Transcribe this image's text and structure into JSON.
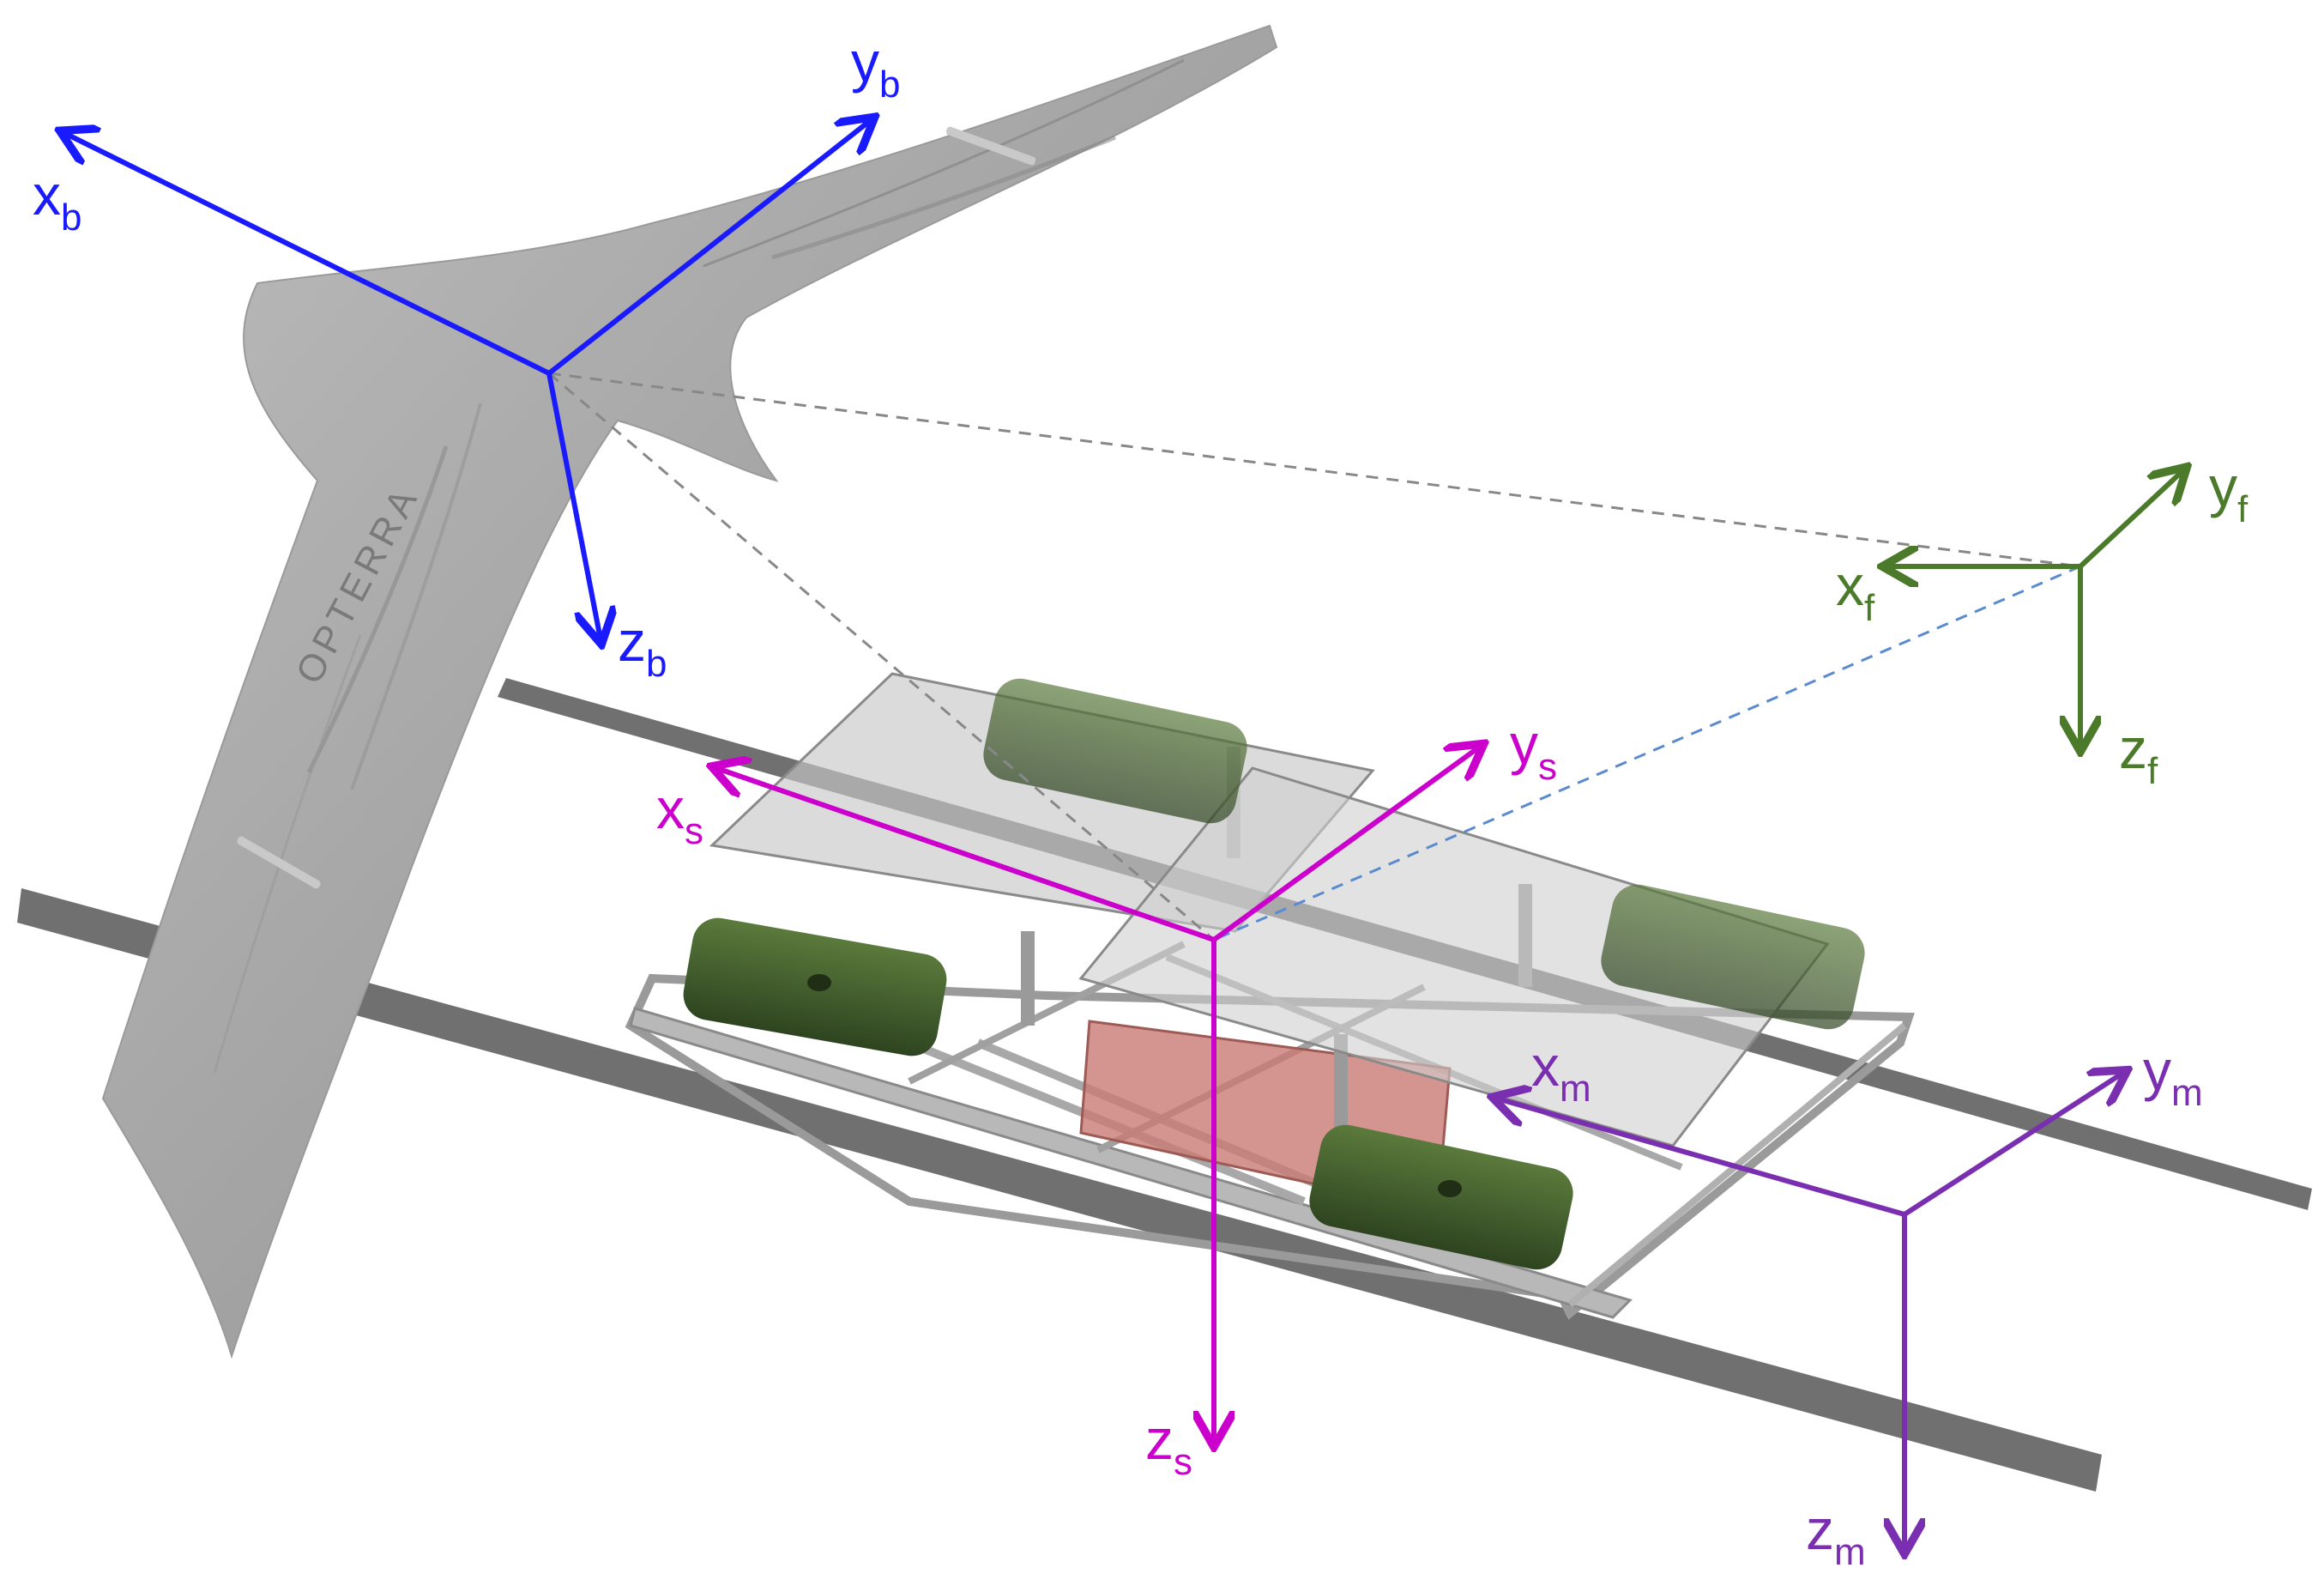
{
  "logo": {
    "text": "OPTERRA"
  },
  "colors": {
    "body_frame": "#1a1aff",
    "fixed_frame": "#4a7a2a",
    "sled_frame": "#cc00cc",
    "mount_frame": "#7a2eb0",
    "rails": "#707070",
    "wing": "#a8a8a8",
    "magnets": "#3d5a2a"
  },
  "frames": {
    "body": {
      "x": {
        "base": "x",
        "sub": "b"
      },
      "y": {
        "base": "y",
        "sub": "b"
      },
      "z": {
        "base": "z",
        "sub": "b"
      }
    },
    "fixed": {
      "x": {
        "base": "x",
        "sub": "f"
      },
      "y": {
        "base": "y",
        "sub": "f"
      },
      "z": {
        "base": "z",
        "sub": "f"
      }
    },
    "sled": {
      "x": {
        "base": "x",
        "sub": "s"
      },
      "y": {
        "base": "y",
        "sub": "s"
      },
      "z": {
        "base": "z",
        "sub": "s"
      }
    },
    "mount": {
      "x": {
        "base": "x",
        "sub": "m"
      },
      "y": {
        "base": "y",
        "sub": "m"
      },
      "z": {
        "base": "z",
        "sub": "m"
      }
    }
  }
}
